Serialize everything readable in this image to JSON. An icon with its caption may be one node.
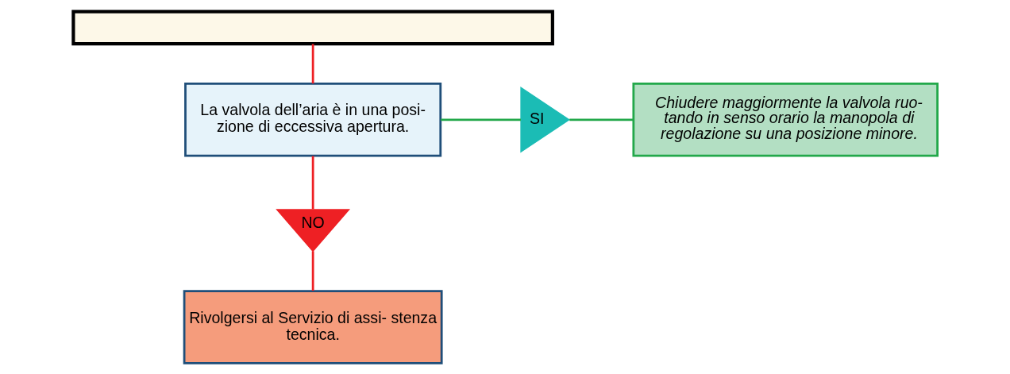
{
  "diagram": {
    "nodes": [
      {
        "text": [],
        "shape": "box"
      },
      {
        "text": [
          "La valvola dell’aria è in una posi- zione di eccessiva apertura."
        ]
      },
      {
        "text": [
          "SI"
        ]
      },
      {
        "text": [
          "Chiudere maggiormente la valvola ruo- tando in senso orario la manopola di regolazione su una posizione minore."
        ]
      },
      {
        "text": [
          "NO"
        ]
      },
      {
        "text": [
          "Rivolgersi al Servizio di assi- stenza tecnica."
        ]
      }
    ],
    "edges": [
      {
        "from": 0,
        "to": 1,
        "arrow": "none",
        "color": "#ee2024"
      },
      {
        "from": 1,
        "to": 2,
        "arrow": "none",
        "color": "#22a84a"
      },
      {
        "from": 2,
        "to": 3,
        "arrow": "none",
        "color": "#22a84a"
      },
      {
        "from": 1,
        "to": 4,
        "arrow": "none",
        "color": "#ee2024"
      },
      {
        "from": 4,
        "to": 5,
        "arrow": "none",
        "color": "#ee2024"
      }
    ]
  }
}
